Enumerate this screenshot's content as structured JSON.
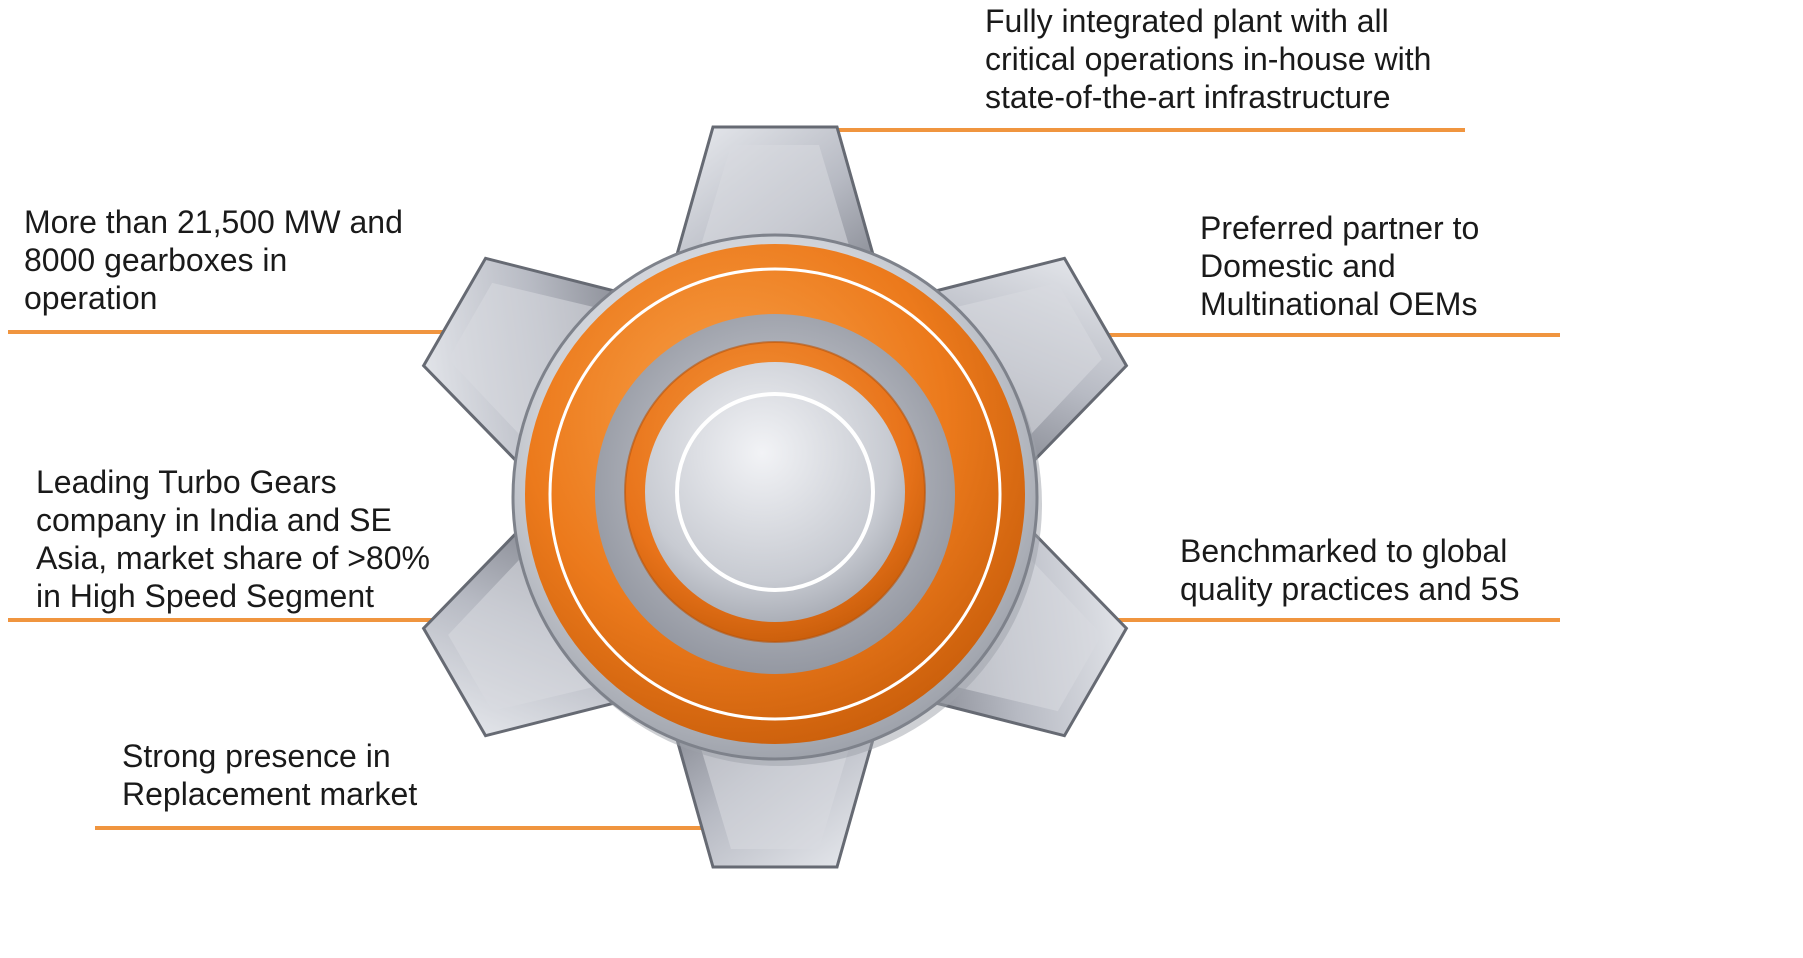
{
  "callouts": {
    "top_right": "Fully integrated plant with all\ncritical operations in-house with\nstate-of-the-art infrastructure",
    "left_upper": "More than 21,500 MW and\n8000 gearboxes in\noperation",
    "right_upper": "Preferred partner to\nDomestic and\nMultinational OEMs",
    "left_middle": "Leading Turbo Gears\ncompany in India and SE\nAsia, market share of >80%\nin High Speed Segment",
    "right_lower": "Benchmarked to global\nquality practices and 5S",
    "left_lower": "Strong presence in\nReplacement market"
  },
  "colors": {
    "accent_orange": "#ec7a1c",
    "leader_line": "#f0953f",
    "gear_steel": "#b9bcc5",
    "gear_dark": "#5b5e66",
    "text": "#1a1a1a"
  },
  "icons": {
    "center_graphic": "gear-icon"
  }
}
